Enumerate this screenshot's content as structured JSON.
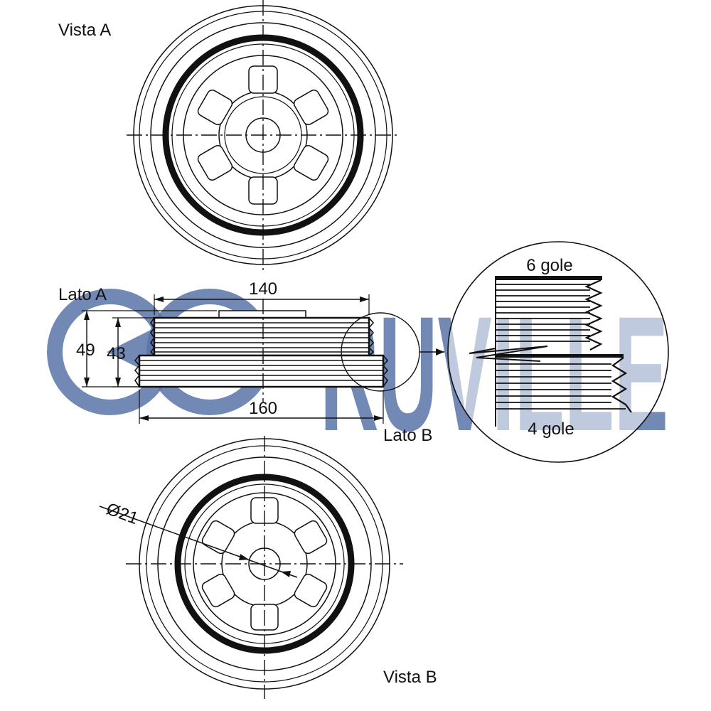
{
  "views": {
    "view_a_label": "Vista A",
    "view_b_label": "Vista B",
    "side_a_label": "Lato A",
    "side_b_label": "Lato B"
  },
  "dimensions": {
    "inner_width": "140",
    "outer_width": "160",
    "height_outer": "49",
    "height_inner": "43",
    "bore_diameter": "Ø21"
  },
  "detail": {
    "top_grooves": "6 gole",
    "bottom_grooves": "4 gole"
  },
  "brand": {
    "watermark_text": "RUVILLE",
    "color": "#5a74a8"
  },
  "colors": {
    "line": "#111111",
    "background": "#ffffff"
  }
}
